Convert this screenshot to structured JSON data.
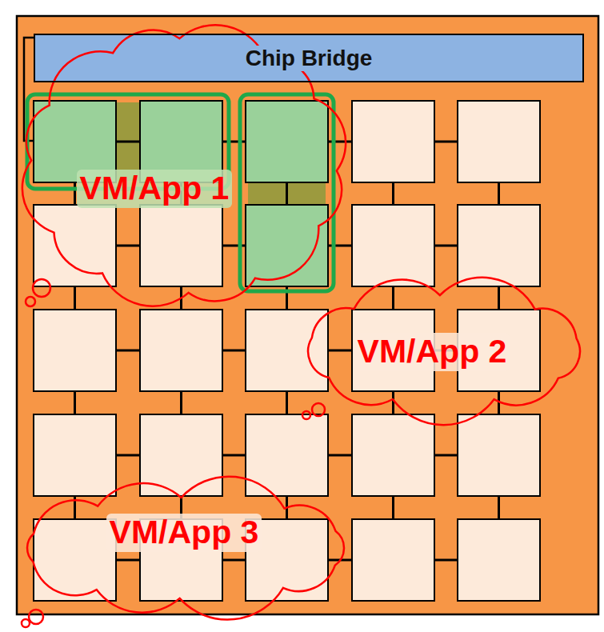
{
  "diagram": {
    "nodes": [
      {
        "text": [
          "Chip Bridge"
        ]
      },
      {
        "text": [
          "VM/App 1"
        ]
      },
      {
        "text": [
          "VM/App 2"
        ]
      },
      {
        "text": [
          "VM/App 3"
        ]
      }
    ]
  }
}
